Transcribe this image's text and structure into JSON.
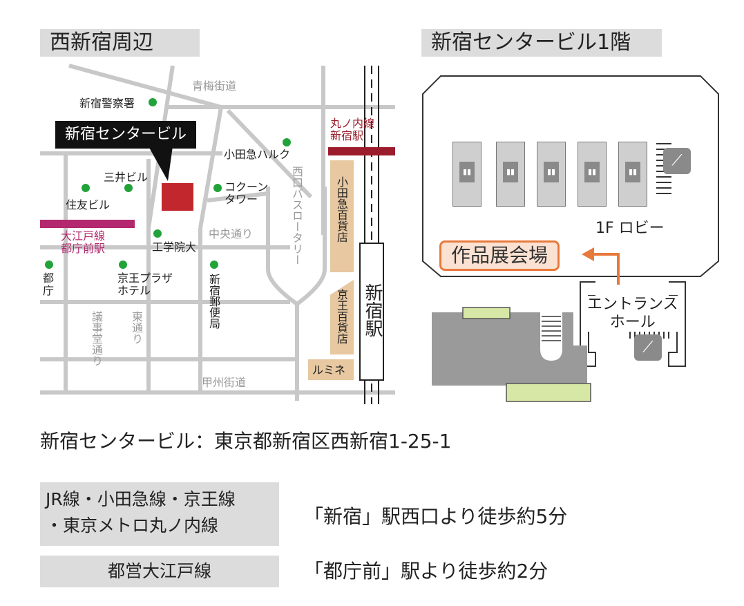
{
  "left_map": {
    "header": "西新宿周辺",
    "callout": "新宿センタービル",
    "labels": {
      "ome_kaido": "青梅街道",
      "police": "新宿警察署",
      "marunouchi": "丸ノ内線\n新宿駅",
      "odakyu_halc": "小田急ハルク",
      "mitsui": "三井ビル",
      "sumitomo": "住友ビル",
      "cocoon": "コクーン\nタワー",
      "oedo": "大江戸線\n都庁前駅",
      "kogakuin": "工学院大",
      "chuo_dori": "中央通り",
      "tocho": "都\n庁",
      "keio_plaza": "京王プラザ\nホテル",
      "post_office": "新宿郵便局",
      "gijido": "議事堂通り",
      "higashi": "東通り",
      "nishiguchi": "西口バスロータリー",
      "odakyu_dept": "小田急百貨店",
      "keio_dept": "京王百貨店",
      "lumine": "ルミネ",
      "shinjuku_station": "新宿駅",
      "koshu_kaido": "甲州街道"
    }
  },
  "right_map": {
    "header": "新宿センタービル1階",
    "lobby": "1F ロビー",
    "venue": "作品展会場",
    "entrance": "エントランス\nホール"
  },
  "address": "新宿センタービル：東京都新宿区西新宿1-25-1",
  "access": [
    {
      "line": "JR線・小田急線・京王線\n・東京メトロ丸ノ内線",
      "route": "「新宿」駅西口より徒歩約5分"
    },
    {
      "line": "都営大江戸線",
      "route": "「都庁前」駅より徒歩約2分"
    }
  ],
  "colors": {
    "header_bg": "#dcdcdc",
    "road": "#c8c8c8",
    "building_red": "#c1272d",
    "oedo_line": "#b3286e",
    "marunouchi_line": "#9b1c2c",
    "landmark_dot": "#22a33a",
    "dept_store": "#e7c8a1",
    "venue_border": "#e8793c",
    "venue_fill": "#fbe1d2",
    "green_block": "#d7e7a6"
  }
}
